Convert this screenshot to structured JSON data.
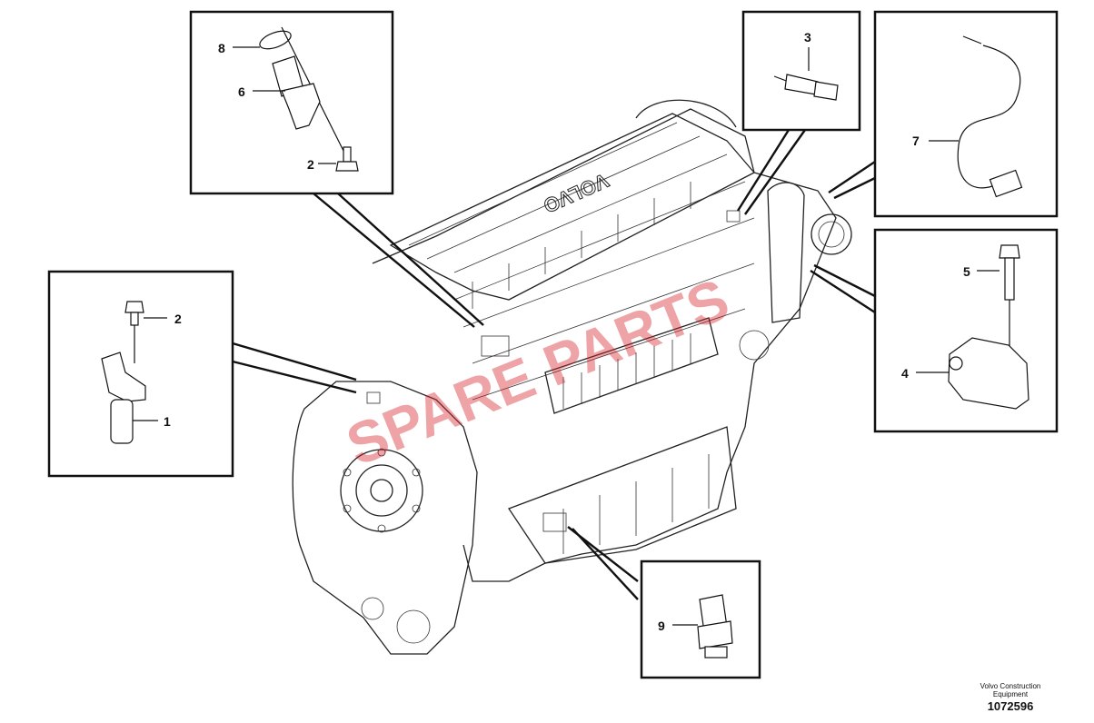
{
  "diagram": {
    "engine_brand_text": "VOLVO",
    "watermark_text": "SPARE PARTS",
    "watermark_color": "#d6202a",
    "callouts": [
      {
        "id": "box-left",
        "labels": [
          "2",
          "1"
        ]
      },
      {
        "id": "box-top-left",
        "labels": [
          "8",
          "6",
          "2"
        ]
      },
      {
        "id": "box-top-mid",
        "labels": [
          "3"
        ]
      },
      {
        "id": "box-top-right",
        "labels": [
          "7"
        ]
      },
      {
        "id": "box-right",
        "labels": [
          "5",
          "4"
        ]
      },
      {
        "id": "box-bottom",
        "labels": [
          "9"
        ]
      }
    ]
  },
  "footer": {
    "credit_line1": "Volvo Construction",
    "credit_line2": "Equipment",
    "doc_number": "1072596"
  }
}
